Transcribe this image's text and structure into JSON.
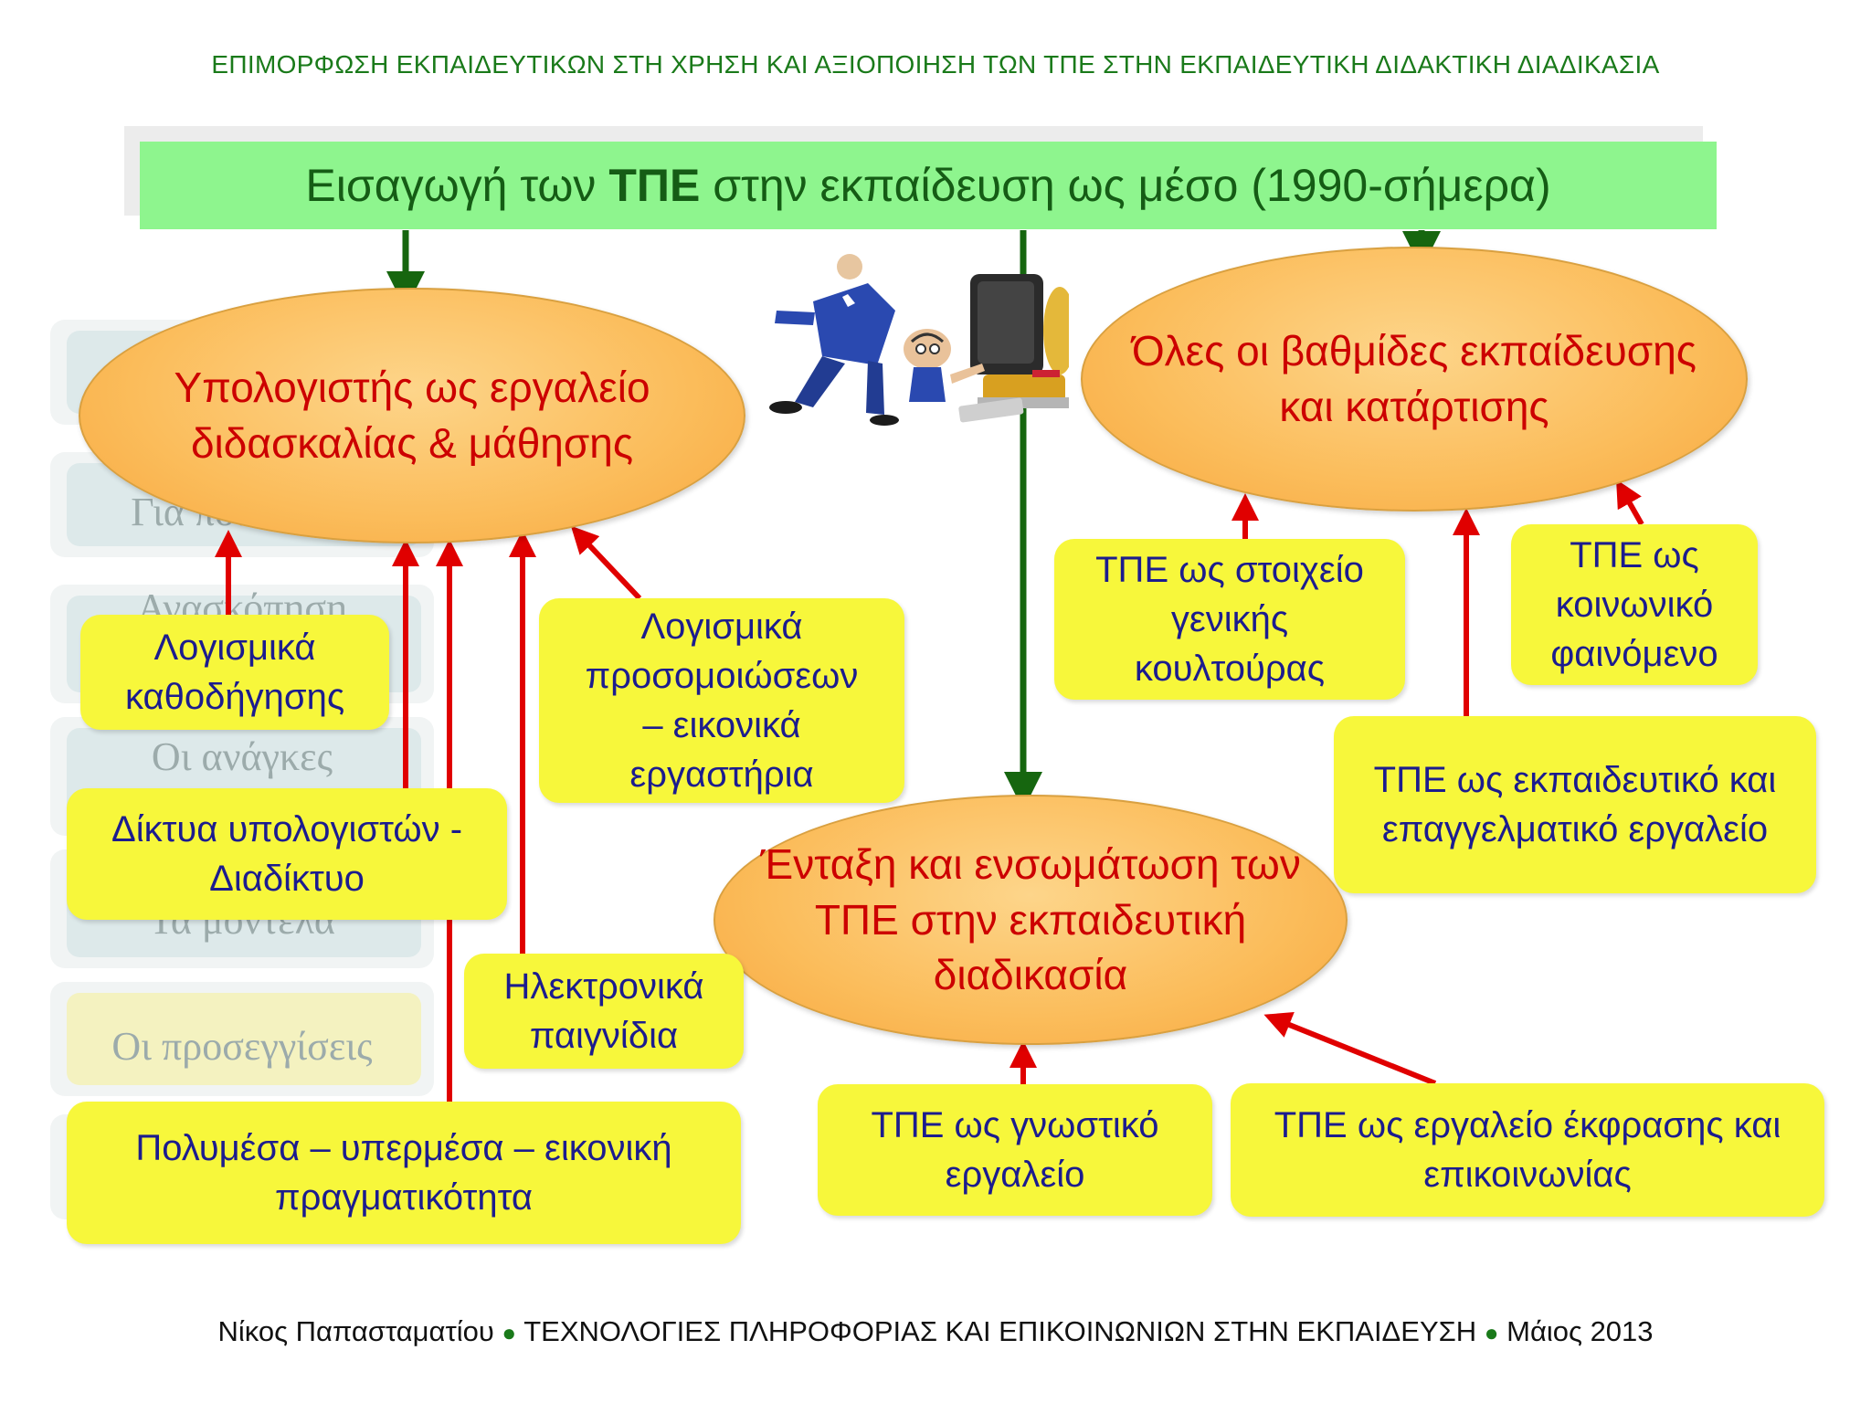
{
  "header": "ΕΠΙΜΟΡΦΩΣΗ ΕΚΠΑΙΔΕΥΤΙΚΩΝ ΣΤΗ ΧΡΗΣΗ ΚΑΙ ΑΞΙΟΠΟΙΗΣΗ ΤΩΝ ΤΠΕ ΣΤΗΝ ΕΚΠΑΙΔΕΥΤΙΚΗ ΔΙΔΑΚΤΙΚΗ ΔΙΑΔΙΚΑΣΙΑ",
  "title": {
    "pre": "Εισαγωγή των ",
    "bold": "ΤΠΕ",
    "post": " στην εκπαίδευση ως μέσο (1990-σήμερα)"
  },
  "ghost_menu": [
    "",
    "Για ποιο λόγο",
    "Ανασκόπηση",
    "Οι ανάγκες",
    "Τα μοντέλα",
    "Οι προσεγγίσεις",
    ""
  ],
  "ellipses": {
    "teaching_tool": "Υπολογιστής ως εργαλείο διδασκαλίας & μάθησης",
    "all_levels": "Όλες οι βαθμίδες εκπαίδευσης και κατάρτισης",
    "integration": "Ένταξη και ενσωμάτωση των ΤΠΕ στην εκπαιδευτική διαδικασία"
  },
  "boxes": {
    "guidance_software": "Λογισμικά καθοδήγησης",
    "simulation_software": "Λογισμικά προσομοιώσεων – εικονικά εργαστήρια",
    "networks": "Δίκτυα υπολογιστών - Διαδίκτυο",
    "games": "Ηλεκτρονικά παιγνίδια",
    "multimedia": "Πολυμέσα – υπερμέσα – εικονική πραγματικότητα",
    "general_culture": "ΤΠΕ ως στοιχείο γενικής κουλτούρας",
    "social": "ΤΠΕ ως κοινωνικό φαινόμενο",
    "professional": "ΤΠΕ ως εκπαιδευτικό και επαγγελματικό εργαλείο",
    "cognitive": "ΤΠΕ ως γνωστικό εργαλείο",
    "expression": "ΤΠΕ ως εργαλείο έκφρασης και επικοινωνίας"
  },
  "footer": {
    "author": "Νίκος Παπασταματίου",
    "course": "ΤΕΧΝΟΛΟΓΙΕΣ ΠΛΗΡΟΦΟΡΙΑΣ ΚΑΙ ΕΠΙΚΟΙΝΩΝΙΩΝ ΣΤΗΝ ΕΚΠΑΙΔΕΥΣΗ",
    "date": "Μάιος 2013",
    "bullet": "●"
  },
  "colors": {
    "title_bg": "#8ef58e",
    "green_arrow": "#16660f",
    "red_arrow": "#e00000",
    "box_bg": "#f7f73b",
    "ellipse_text": "#cc0000",
    "box_text": "#1c1c8e"
  },
  "illustration": "cartoon-figures-computer"
}
